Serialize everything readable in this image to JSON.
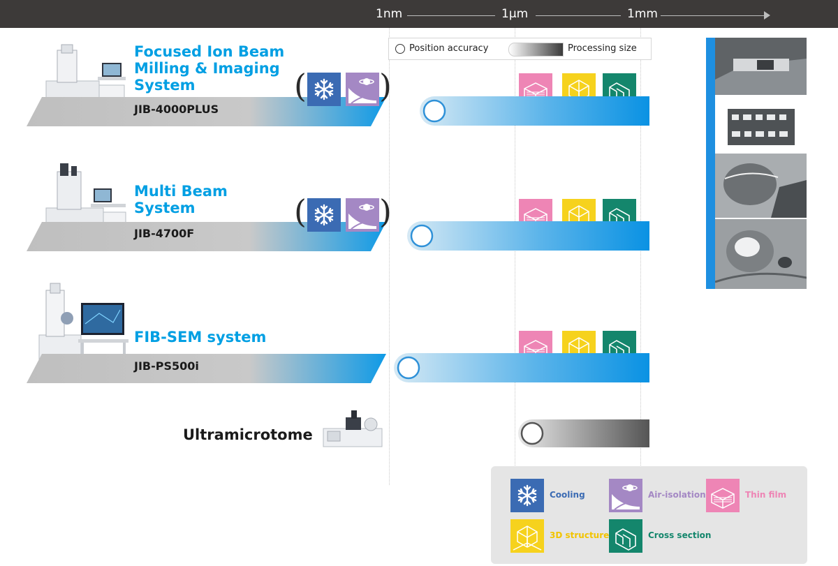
{
  "scale": {
    "labels": [
      "1nm",
      "1μm",
      "1mm"
    ]
  },
  "key": {
    "position_accuracy": "Position accuracy",
    "processing_size": "Processing size"
  },
  "products": [
    {
      "title_lines": [
        "Focused Ion Beam",
        "Milling & Imaging",
        "System"
      ],
      "model": "JIB-4000PLUS",
      "features": [
        "cooling",
        "air-isolation"
      ],
      "applications": [
        "thin-film",
        "3d-structure",
        "cross-section"
      ],
      "range_start": "1nm-right",
      "range_end": "1mm"
    },
    {
      "title_lines": [
        "Multi Beam",
        "System"
      ],
      "model": "JIB-4700F",
      "features": [
        "cooling",
        "air-isolation"
      ],
      "applications": [
        "thin-film",
        "3d-structure",
        "cross-section"
      ],
      "range_start": "1nm",
      "range_end": "1mm"
    },
    {
      "title_lines": [
        "FIB-SEM system"
      ],
      "model": "JIB-PS500i",
      "features": [],
      "applications": [
        "thin-film",
        "3d-structure",
        "cross-section"
      ],
      "range_start": "1nm-left",
      "range_end": "1mm"
    },
    {
      "title_lines": [
        "Ultramicrotome"
      ],
      "model": "",
      "features": [],
      "applications": [],
      "range_start": "1μm",
      "range_end": "1mm"
    }
  ],
  "legend": {
    "cooling": "Cooling",
    "air_isolation": "Air-isolation",
    "thin_film": "Thin film",
    "structure_3d": "3D structure",
    "cross_section": "Cross section"
  },
  "colors": {
    "header": "#3d3a39",
    "brand_blue": "#009fe3",
    "cooling": "#3b6bb3",
    "air_isolation": "#a488c4",
    "thin_film": "#ee85b5",
    "structure_3d": "#f6d21d",
    "cross_section": "#14866c"
  },
  "icons": {
    "cooling": "snowflake-icon",
    "air_isolation": "air-isolation-icon",
    "thin_film": "thin-film-icon",
    "structure_3d": "3d-structure-icon",
    "cross_section": "cross-section-icon",
    "position_accuracy": "circle-icon"
  }
}
